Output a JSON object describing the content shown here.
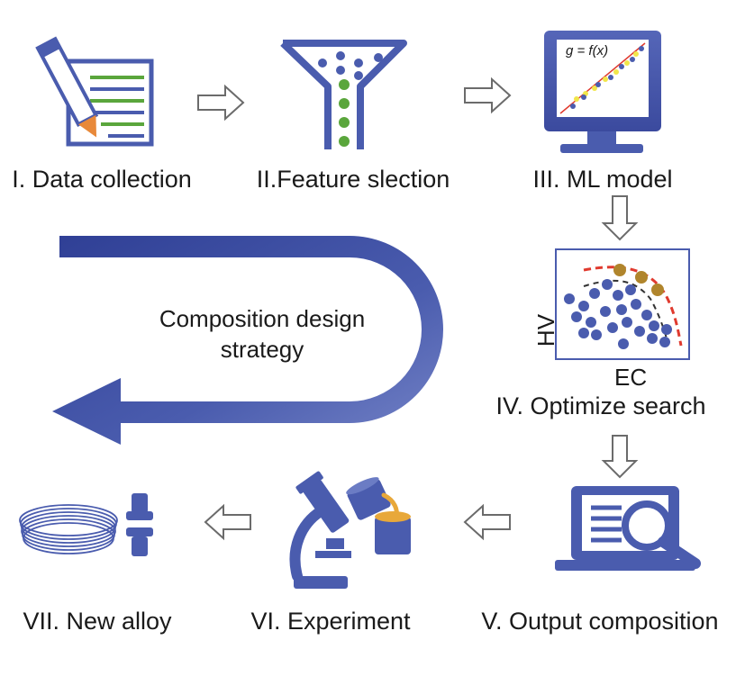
{
  "steps": [
    {
      "label": "I. Data collection"
    },
    {
      "label": "II.Feature slection"
    },
    {
      "label": "III. ML model"
    },
    {
      "label": "IV. Optimize search"
    },
    {
      "label": "V. Output composition"
    },
    {
      "label": "VI. Experiment"
    },
    {
      "label": "VII. New alloy"
    }
  ],
  "strategy": {
    "line1": "Composition design",
    "line2": "strategy"
  },
  "model_formula": "g = f(x)",
  "search_plot": {
    "ylabel": "HV",
    "xlabel": "EC"
  },
  "colors": {
    "primary": "#4a5cae",
    "accent_green": "#5aa63c",
    "accent_orange": "#e8893a",
    "accent_yellow": "#f1e64a",
    "pareto_red": "#e03a2e",
    "pareto_gold": "#b0852c",
    "arrow_outline": "#6b6b6b"
  },
  "icons": [
    "notepad-pencil-icon",
    "funnel-icon",
    "monitor-icon",
    "scatter-plot-icon",
    "laptop-search-icon",
    "microscope-icon",
    "coil-icon"
  ]
}
